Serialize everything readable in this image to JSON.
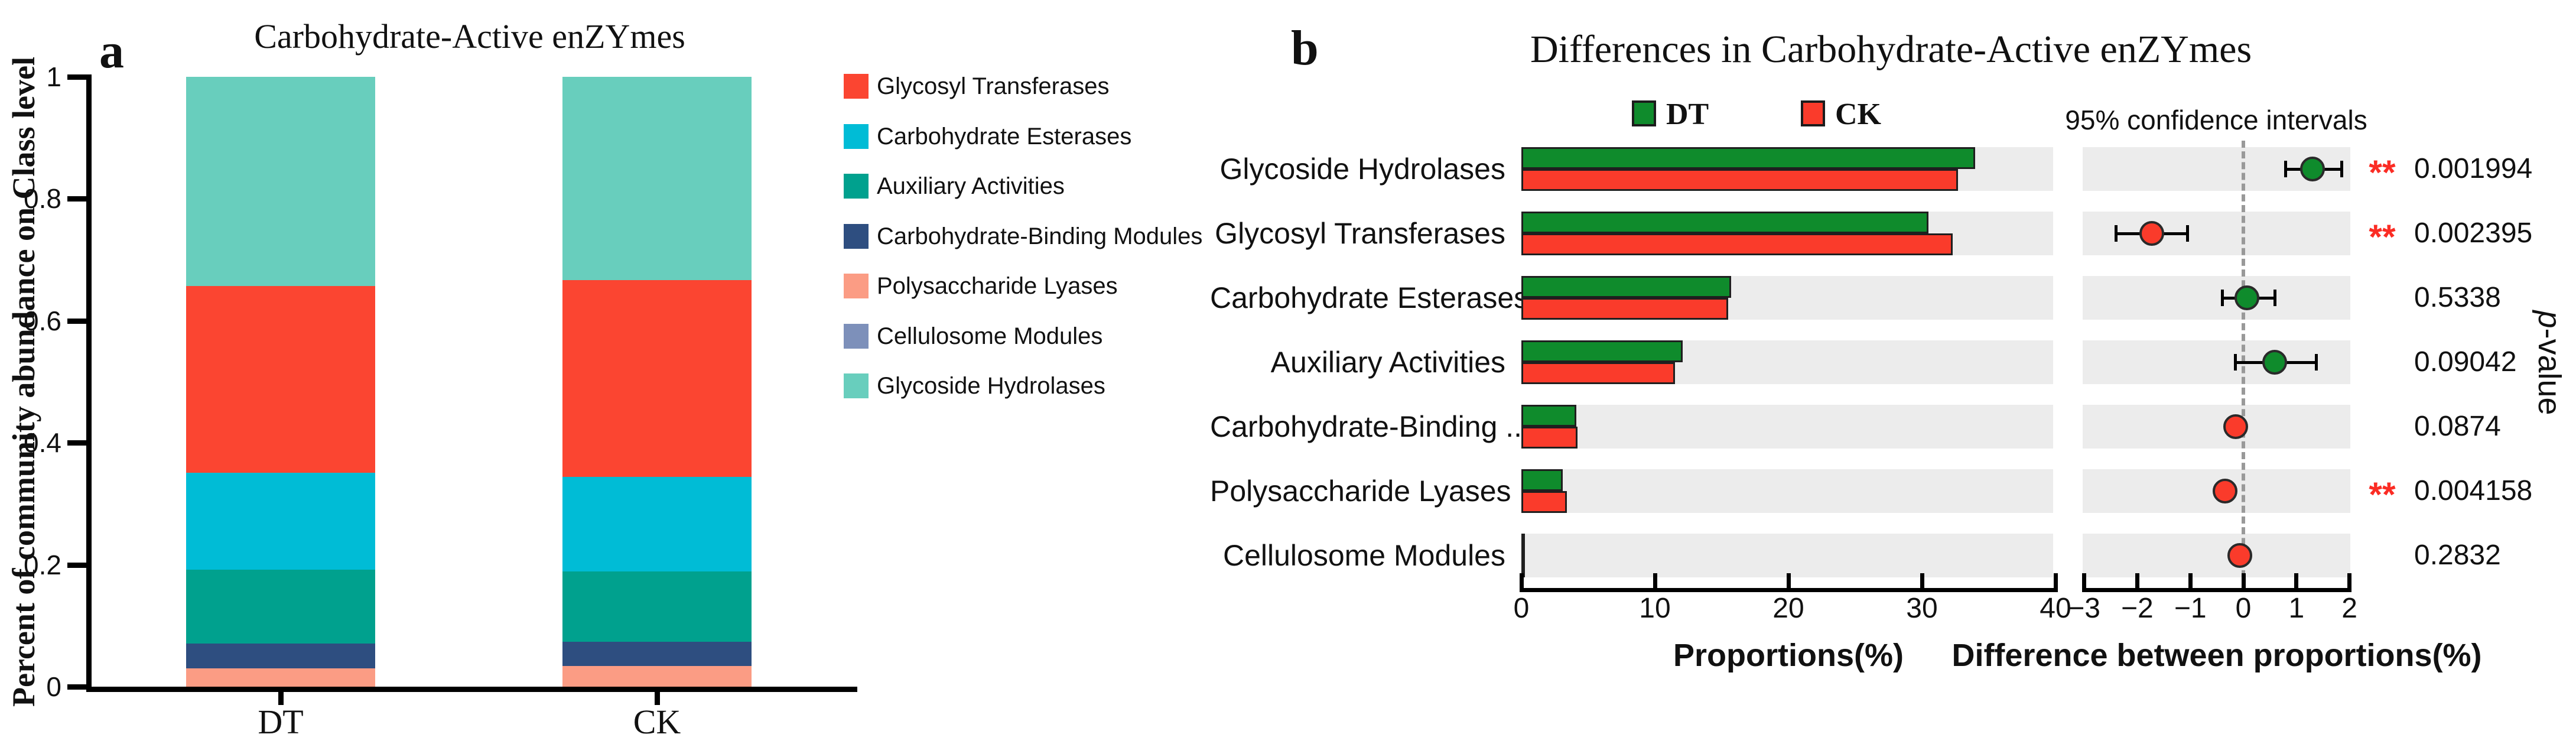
{
  "panel_a": {
    "label": "a",
    "title": "Carbohydrate-Active enZYmes",
    "ylabel": "Percent of community abundance on Class level",
    "x_categories": [
      "DT",
      "CK"
    ]
  },
  "panel_b": {
    "label": "b",
    "title": "Differences in Carbohydrate-Active enZYmes",
    "legend": [
      {
        "label": "DT",
        "color": "#0f8b2c"
      },
      {
        "label": "CK",
        "color": "#fa3b2b"
      }
    ],
    "ci_header": "95% confidence intervals",
    "xlabel_proportions": "Proportions(%)",
    "xlabel_difference": "Difference between proportions(%)",
    "pvalue_axis_label_italic": "p",
    "pvalue_axis_label_rest": "-value",
    "sig_color": "#fb2c24"
  },
  "chart_data": [
    {
      "type": "bar",
      "subtype": "stacked-vertical",
      "title": "Carbohydrate-Active enZYmes",
      "ylabel": "Percent of community abundance on Class level",
      "ylim": [
        0,
        1
      ],
      "yticks": [
        0,
        0.2,
        0.4,
        0.6,
        0.8,
        1
      ],
      "categories": [
        "DT",
        "CK"
      ],
      "series_bottom_to_top": [
        {
          "name": "Cellulosome Modules",
          "color": "#7d90ba",
          "values": [
            0.0,
            0.0
          ]
        },
        {
          "name": "Polysaccharide Lyases",
          "color": "#fb9c84",
          "values": [
            0.03,
            0.034
          ]
        },
        {
          "name": "Carbohydrate-Binding Modules",
          "color": "#2e4e80",
          "values": [
            0.041,
            0.04
          ]
        },
        {
          "name": "Auxiliary Activities",
          "color": "#00a18e",
          "values": [
            0.121,
            0.115
          ]
        },
        {
          "name": "Carbohydrate Esterases",
          "color": "#00bcd6",
          "values": [
            0.159,
            0.155
          ]
        },
        {
          "name": "Glycosyl Transferases",
          "color": "#fb4531",
          "values": [
            0.306,
            0.323
          ]
        },
        {
          "name": "Glycoside Hydrolases",
          "color": "#68cebd",
          "values": [
            0.343,
            0.333
          ]
        }
      ],
      "legend_order": [
        "Glycosyl Transferases",
        "Carbohydrate Esterases",
        "Auxiliary Activities",
        "Carbohydrate-Binding Modules",
        "Polysaccharide Lyases",
        "Cellulosome Modules",
        "Glycoside Hydrolases"
      ],
      "legend_position": "right"
    },
    {
      "type": "bar",
      "subtype": "extended-error-bar",
      "title": "Differences in Carbohydrate-Active enZYmes",
      "groups": [
        "DT",
        "CK"
      ],
      "proportions_axis": {
        "label": "Proportions(%)",
        "ticks": [
          0,
          10,
          20,
          30,
          40
        ],
        "range": [
          0,
          40
        ]
      },
      "difference_axis": {
        "label": "Difference between proportions(%)",
        "range": [
          -3,
          2
        ],
        "ticks": [
          {
            "v": -3,
            "label": "−3"
          },
          {
            "v": -2,
            "label": "−2"
          },
          {
            "v": -1,
            "label": "−1"
          },
          {
            "v": 0,
            "label": "0"
          },
          {
            "v": 1,
            "label": "1"
          },
          {
            "v": 2,
            "label": "2"
          }
        ],
        "zero_line": "dashed"
      },
      "rows": [
        {
          "label": "Glycoside Hydrolases",
          "dt": 34.0,
          "ck": 32.7,
          "diff": 1.3,
          "ci": [
            0.8,
            1.85
          ],
          "dot": "#0f8b2c",
          "sig": "**",
          "p": "0.001994"
        },
        {
          "label": "Glycosyl Transferases",
          "dt": 30.5,
          "ck": 32.3,
          "diff": -1.73,
          "ci": [
            -2.4,
            -1.05
          ],
          "dot": "#fa3b2b",
          "sig": "**",
          "p": "0.002395"
        },
        {
          "label": "Carbohydrate Esterases",
          "dt": 15.7,
          "ck": 15.5,
          "diff": 0.07,
          "ci": [
            -0.4,
            0.6
          ],
          "dot": "#0f8b2c",
          "sig": "",
          "p": "0.5338"
        },
        {
          "label": "Auxiliary Activities",
          "dt": 12.1,
          "ck": 11.5,
          "diff": 0.59,
          "ci": [
            -0.15,
            1.37
          ],
          "dot": "#0f8b2c",
          "sig": "",
          "p": "0.09042"
        },
        {
          "label": "Carbohydrate-Binding ...",
          "dt": 4.1,
          "ck": 4.2,
          "diff": -0.15,
          "ci": null,
          "dot": "#fa3b2b",
          "sig": "",
          "p": "0.0874"
        },
        {
          "label": "Polysaccharide Lyases",
          "dt": 3.1,
          "ck": 3.4,
          "diff": -0.34,
          "ci": null,
          "dot": "#fa3b2b",
          "sig": "**",
          "p": "0.004158"
        },
        {
          "label": "Cellulosome Modules",
          "dt": 0.05,
          "ck": 0.05,
          "diff": -0.07,
          "ci": null,
          "dot": "#fa3b2b",
          "sig": "",
          "p": "0.2832"
        }
      ],
      "row_background": "#ececec"
    }
  ]
}
